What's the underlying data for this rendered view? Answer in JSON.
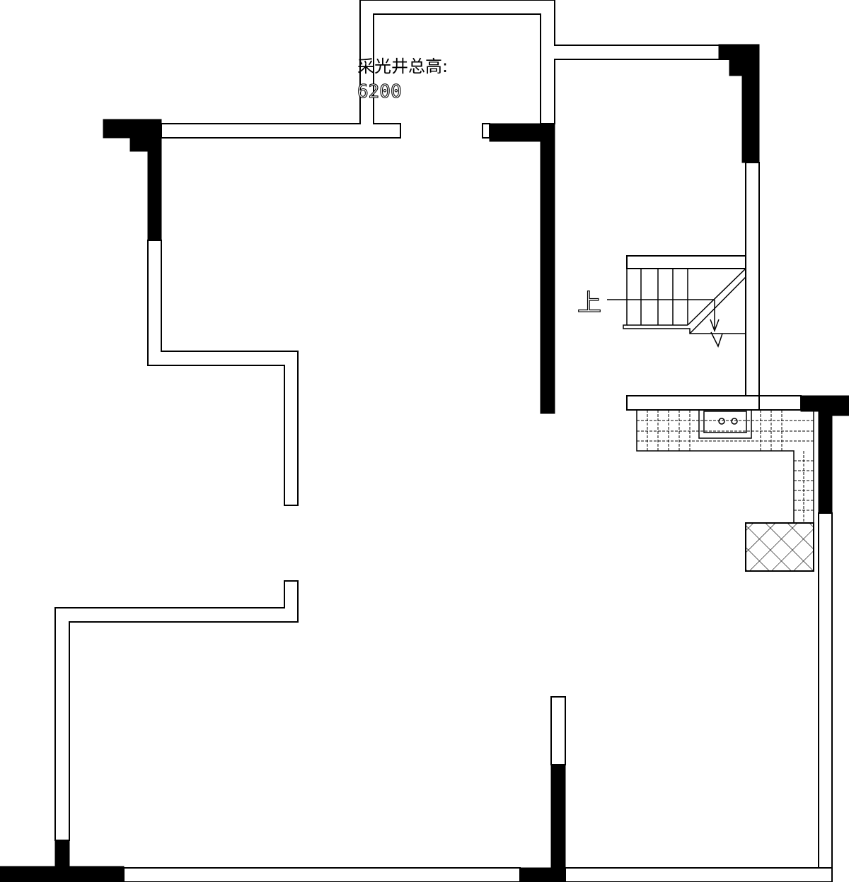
{
  "annotations": {
    "lightwell_label": "采光井总高:",
    "lightwell_height": "6200"
  },
  "stairs": {
    "up_label": "上"
  }
}
